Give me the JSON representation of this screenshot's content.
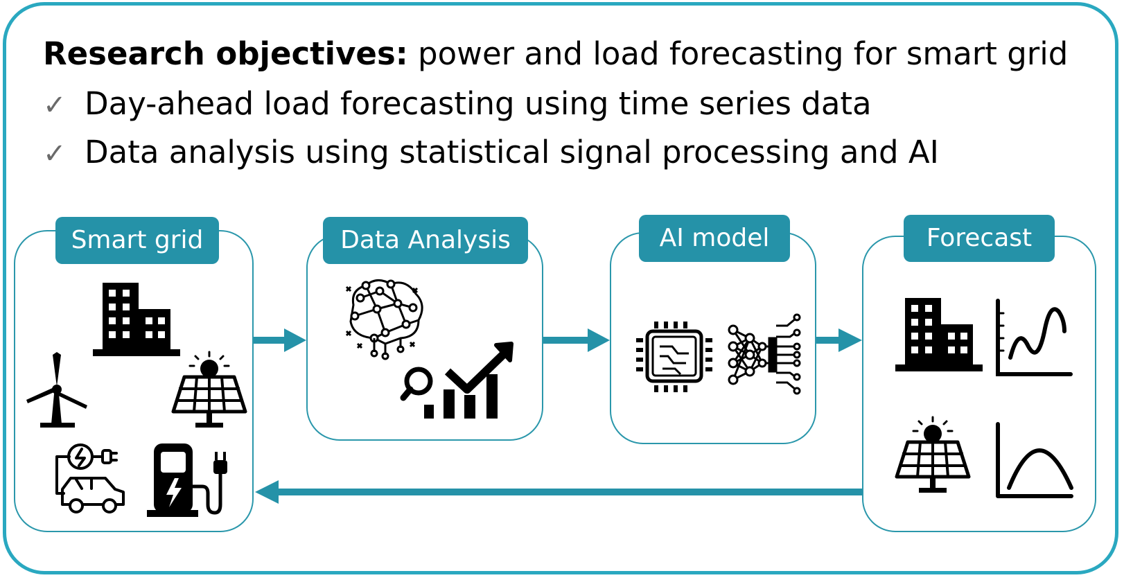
{
  "header": {
    "title_bold": "Research objectives:",
    "title_rest": " power and load forecasting for smart grid",
    "objectives": [
      "Day-ahead load forecasting using time series data",
      "Data analysis using statistical signal processing and AI"
    ]
  },
  "stages": [
    {
      "label": "Smart grid"
    },
    {
      "label": "Data Analysis"
    },
    {
      "label": "AI model"
    },
    {
      "label": "Forecast"
    }
  ],
  "colors": {
    "frame": "#2aa8c0",
    "accent": "#2592a8",
    "arrow": "#2592a8",
    "check": "#6a6a6a"
  },
  "icons": {
    "smart_grid": [
      "building-icon",
      "wind-turbine-icon",
      "solar-panel-icon",
      "ev-charging-car-icon",
      "charging-station-icon"
    ],
    "data_analysis": [
      "neural-brain-icon",
      "analytics-chart-icon"
    ],
    "ai_model": [
      "chip-icon",
      "neural-network-icon"
    ],
    "forecast": [
      "building-icon",
      "load-curve-chart-icon",
      "solar-panel-icon",
      "generation-curve-chart-icon"
    ]
  }
}
